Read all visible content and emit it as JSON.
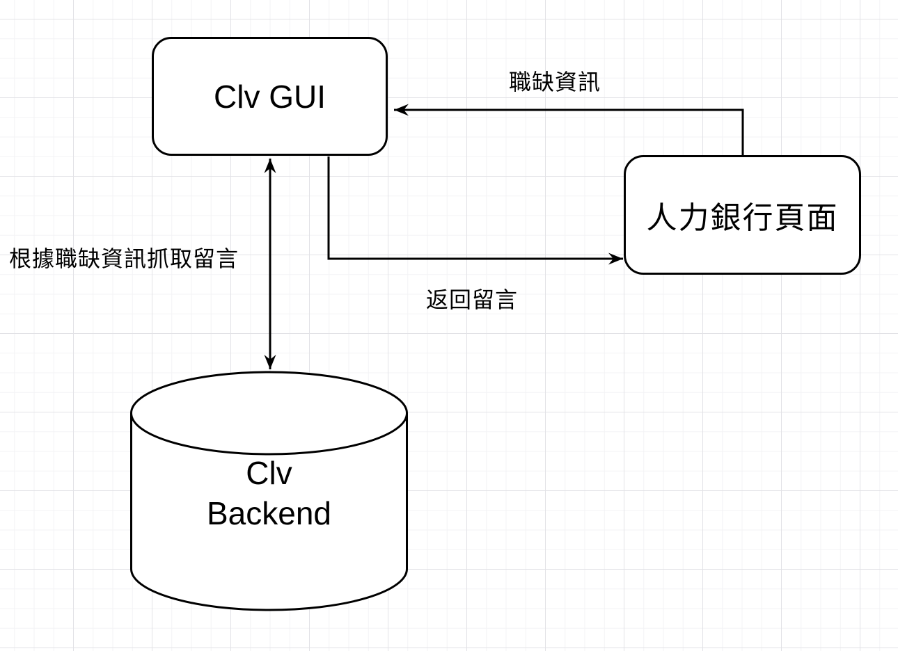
{
  "diagram": {
    "nodes": {
      "gui": {
        "label": "Clv GUI"
      },
      "job_bank": {
        "label": "人力銀行頁面"
      },
      "backend": {
        "label": "Clv\nBackend"
      }
    },
    "edges": {
      "job_info": {
        "label": "職缺資訊",
        "from": "job_bank",
        "to": "gui",
        "direction": "single"
      },
      "return_comments": {
        "label": "返回留言",
        "from": "gui",
        "to": "job_bank",
        "direction": "single"
      },
      "fetch_comments": {
        "label": "根據職缺資訊抓取留言",
        "from": "gui",
        "to": "backend",
        "direction": "double"
      }
    },
    "colors": {
      "stroke": "#000000",
      "node_fill": "#ffffff",
      "background": "#ffffff",
      "grid_minor": "#f3f3f5",
      "grid_major": "#e2e2e6"
    }
  }
}
